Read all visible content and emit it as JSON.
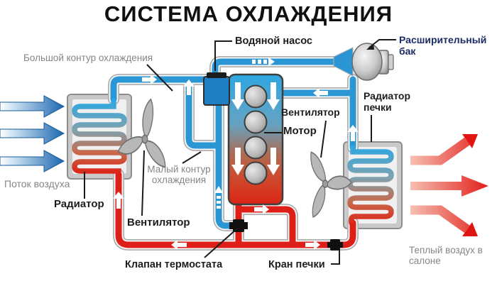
{
  "title": "СИСТЕМА ОХЛАЖДЕНИЯ",
  "labels": {
    "big_circuit": "Большой контур охлаждения",
    "water_pump": "Водяной насос",
    "expansion_tank": "Расширительный бак",
    "heater_radiator": "Радиатор печки",
    "fan_right": "Вентилятор",
    "motor": "Мотор",
    "air_flow": "Поток воздуха",
    "radiator": "Радиатор",
    "small_circuit": "Малый контур охлаждения",
    "fan_left": "Вентилятор",
    "thermostat_valve": "Клапан термостата",
    "heater_tap": "Кран печки",
    "warm_air": "Теплый воздух в салоне"
  },
  "colors": {
    "coolant_cold": "#2b96d4",
    "coolant_hot": "#de1f17",
    "air_cold_arrow": "#1c67ae",
    "air_warm_arrow": "#e01410",
    "pipe_casing": "#b0b0b0",
    "label_gray": "#868686",
    "label_black": "#1d1d1d",
    "expansion_label_navy": "#1a2c66",
    "metal_gray": "#b8b8b8"
  }
}
